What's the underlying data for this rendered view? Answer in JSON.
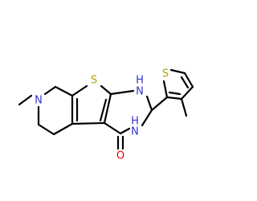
{
  "molecule": {
    "atoms": {
      "n_methyl": "N",
      "s_thieno": "S",
      "nh_top": "H",
      "n_top": "N",
      "nh_mid": "H",
      "n_mid": "N",
      "o_carbonyl": "O",
      "s_thiophene": "S"
    },
    "colors": {
      "nitrogen": "#3333cc",
      "sulfur": "#b3a100",
      "oxygen": "#e00000",
      "carbon": "#000000"
    }
  }
}
